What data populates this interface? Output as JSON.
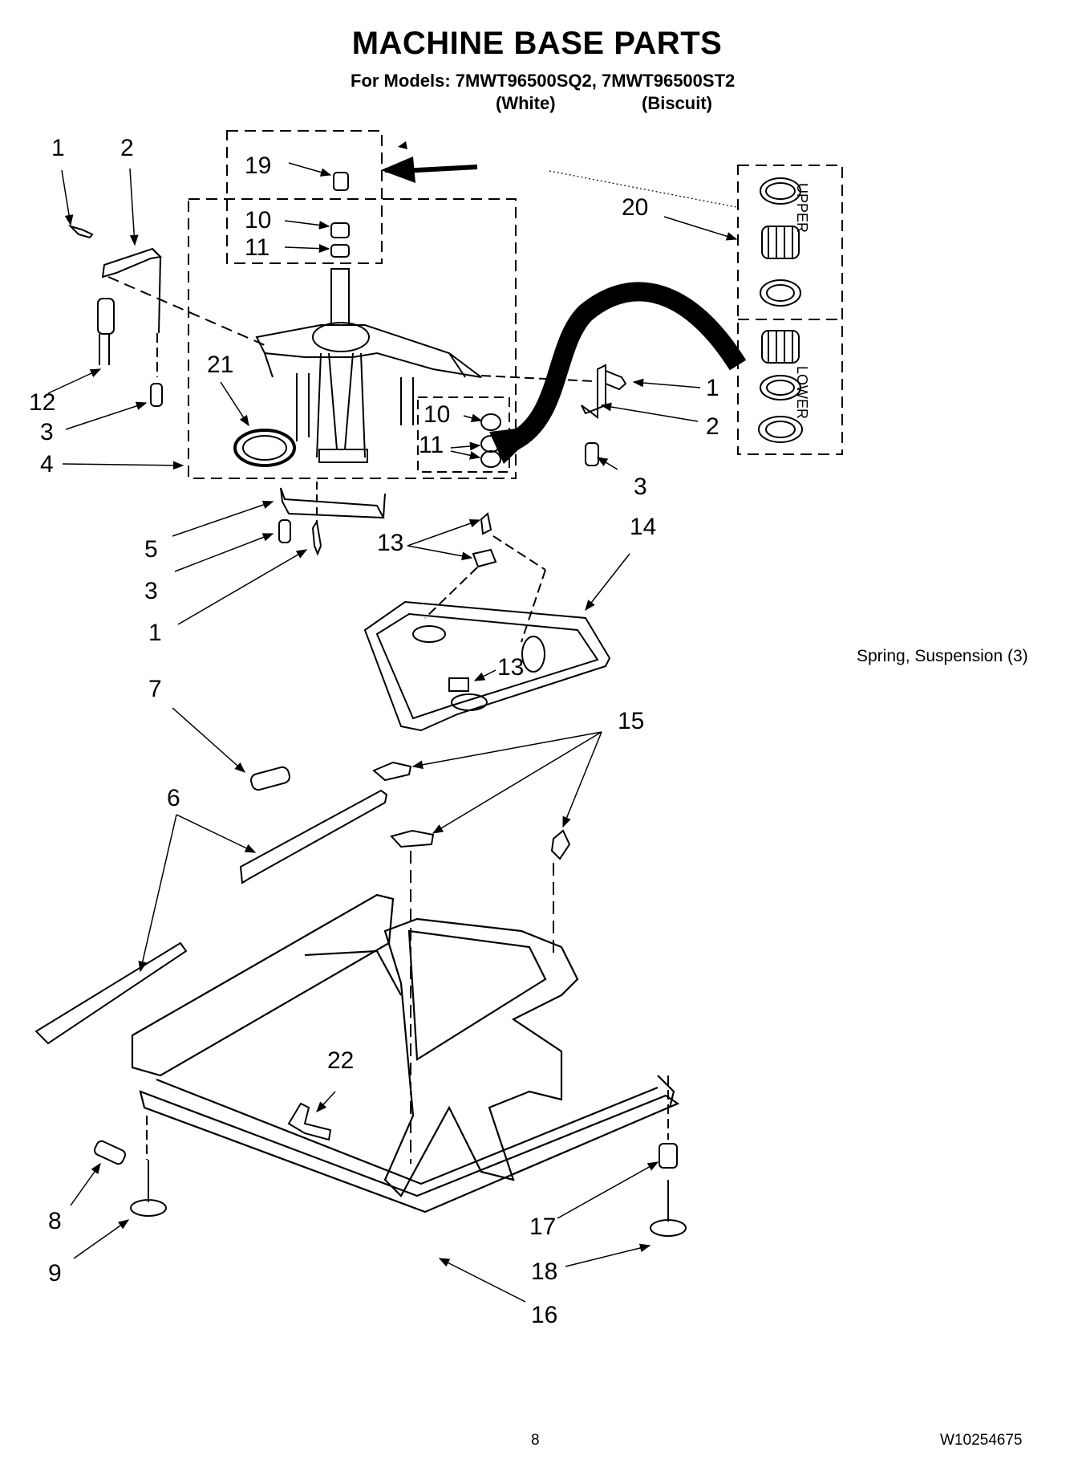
{
  "header": {
    "title": "MACHINE BASE PARTS",
    "models": "For Models: 7MWT96500SQ2, 7MWT96500ST2",
    "variant_1": "(White)",
    "variant_2": "(Biscuit)"
  },
  "bearing_kit": {
    "upper_label": "UPPER",
    "lower_label": "LOWER"
  },
  "callouts": {
    "c1_a": "1",
    "c2_a": "2",
    "c12": "12",
    "c3_a": "3",
    "c4": "4",
    "c19": "19",
    "c10_a": "10",
    "c11_a": "11",
    "c21": "21",
    "c20": "20",
    "c1_b": "1",
    "c2_b": "2",
    "c3_b": "3",
    "c10_b": "10",
    "c11_b": "11",
    "c5": "5",
    "c3_c": "3",
    "c1_c": "1",
    "c13_a": "13",
    "c14": "14",
    "c13_b": "13",
    "c7": "7",
    "c15": "15",
    "c6": "6",
    "c22": "22",
    "c8": "8",
    "c9": "9",
    "c17": "17",
    "c18": "18",
    "c16": "16"
  },
  "note": "Spring, Suspension (3)",
  "footer": {
    "page": "8",
    "doc_number": "W10254675"
  }
}
